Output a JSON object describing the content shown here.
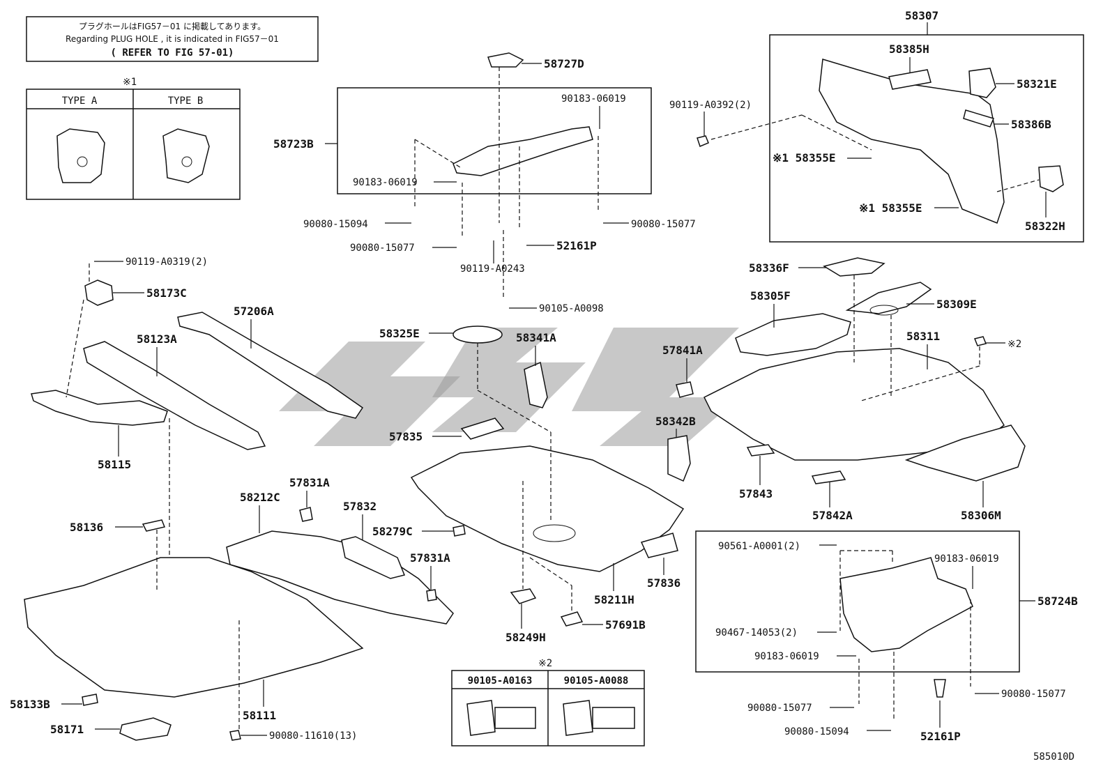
{
  "header_note": {
    "line1": "プラグホールはFIG57－01 に掲載してあります。",
    "line2": "Regarding PLUG HOLE , it is indicated in FIG57－01",
    "line3": "( REFER TO FIG 57-01)"
  },
  "inset1": {
    "mark": "※1",
    "type_a": "TYPE A",
    "type_b": "TYPE B"
  },
  "inset2": {
    "mark": "※2",
    "col1": "90105-A0163",
    "col2": "90105-A0088"
  },
  "figure_code": "585010D",
  "labels": {
    "p58307": "58307",
    "p58385H": "58385H",
    "p58321E": "58321E",
    "p58386B": "58386B",
    "p58355E_a": "※1 58355E",
    "p58355E_b": "※1 58355E",
    "p58322H": "58322H",
    "p90119A0392": "90119-A0392(2)",
    "p58727D": "58727D",
    "p58723B": "58723B",
    "p90183_06019_a": "90183-06019",
    "p90183_06019_b": "90183-06019",
    "p90080_15094_a": "90080-15094",
    "p90080_15077_a": "90080-15077",
    "p90080_15077_b": "90080-15077",
    "p52161P_a": "52161P",
    "p90119A0243": "90119-A0243",
    "p90105A0098": "90105-A0098",
    "p90119A0319": "90119-A0319(2)",
    "p58173C": "58173C",
    "p57206A": "57206A",
    "p58123A": "58123A",
    "p58115": "58115",
    "p58336F": "58336F",
    "p58305F": "58305F",
    "p58309E": "58309E",
    "p58311": "58311",
    "p_mark2": "※2",
    "p57841A": "57841A",
    "p58325E": "58325E",
    "p58341A": "58341A",
    "p57835": "57835",
    "p58342B": "58342B",
    "p57843": "57843",
    "p57842A": "57842A",
    "p58306M": "58306M",
    "p58212C": "58212C",
    "p57831A_a": "57831A",
    "p57832": "57832",
    "p58136": "58136",
    "p58279C": "58279C",
    "p57831A_b": "57831A",
    "p57836": "57836",
    "p58211H": "58211H",
    "p58249H": "58249H",
    "p57691B": "57691B",
    "p58133B": "58133B",
    "p58111": "58111",
    "p58171": "58171",
    "p90080_11610": "90080-11610(13)",
    "p90561A0001": "90561-A0001(2)",
    "p90183_06019_c": "90183-06019",
    "p58724B": "58724B",
    "p90467_14053": "90467-14053(2)",
    "p90183_06019_d": "90183-06019",
    "p90080_15077_c": "90080-15077",
    "p90080_15077_d": "90080-15077",
    "p90080_15094_b": "90080-15094",
    "p52161P_b": "52161P"
  }
}
